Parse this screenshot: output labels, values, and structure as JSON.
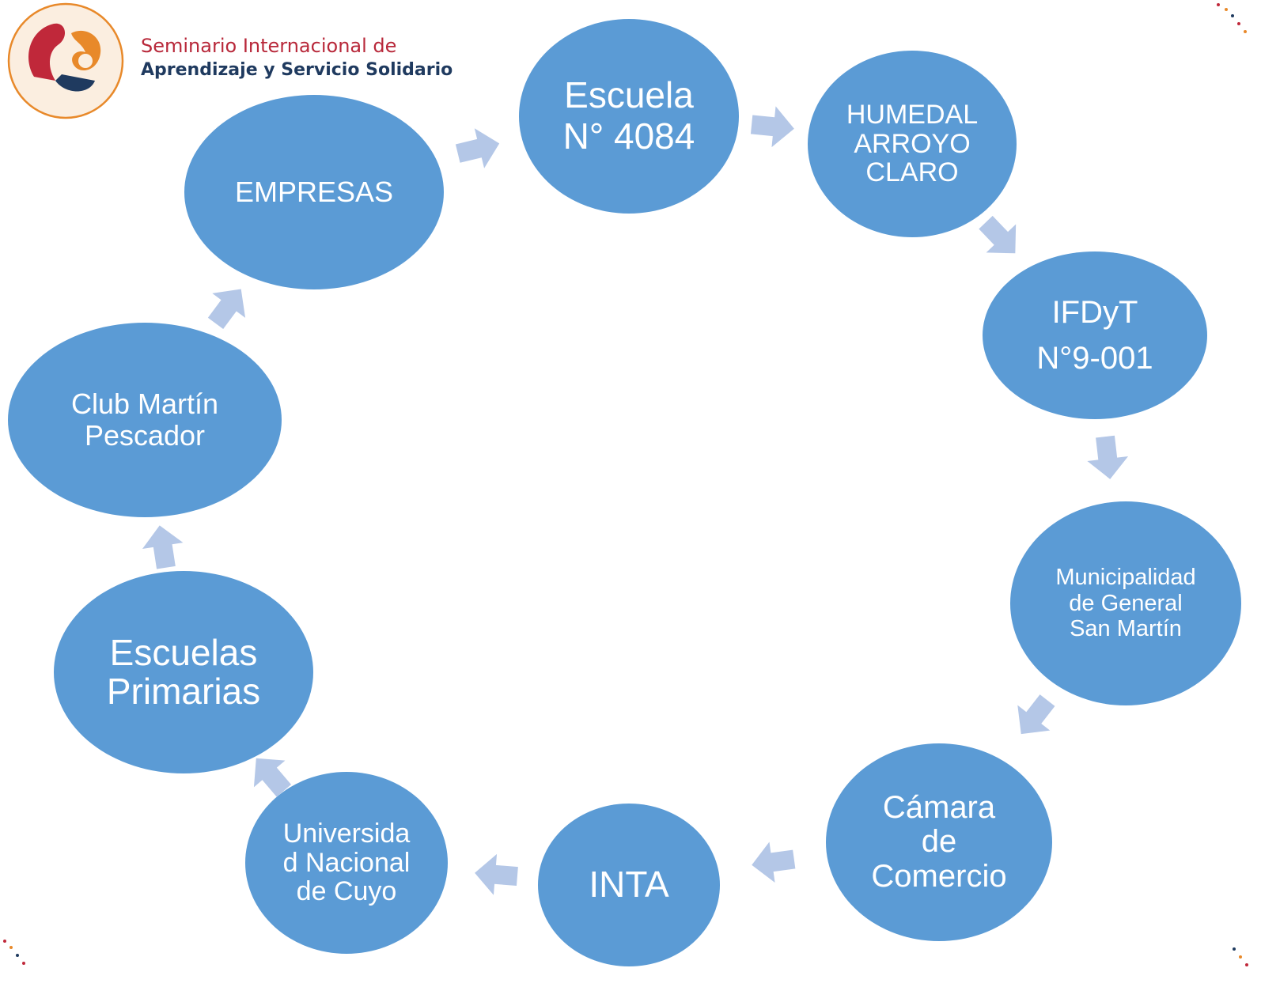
{
  "header": {
    "line1": "Seminario Internacional de",
    "line2": "Aprendizaje y Servicio Solidario"
  },
  "colors": {
    "node_fill": "#5b9bd5",
    "arrow_fill": "#b4c7e7",
    "text": "#ffffff",
    "logo_red": "#b8283a",
    "logo_navy": "#1f3a5f",
    "logo_orange": "#e8892a"
  },
  "nodes": [
    {
      "id": "escuela-4084",
      "lines": [
        "Escuela",
        "N° 4084"
      ]
    },
    {
      "id": "humedal",
      "lines": [
        "HUMEDAL",
        "ARROYO",
        "CLARO"
      ]
    },
    {
      "id": "ifdyt",
      "lines": [
        "IFDyT",
        "N°9-001"
      ]
    },
    {
      "id": "municipalidad",
      "lines": [
        "Municipalidad",
        "de General",
        "San Martín"
      ]
    },
    {
      "id": "camara",
      "lines": [
        "Cámara",
        "de",
        "Comercio"
      ]
    },
    {
      "id": "inta",
      "lines": [
        "INTA"
      ]
    },
    {
      "id": "universidad",
      "lines": [
        "Universida",
        "d Nacional",
        "de Cuyo"
      ]
    },
    {
      "id": "escuelas-primarias",
      "lines": [
        "Escuelas",
        "Primarias"
      ]
    },
    {
      "id": "club",
      "lines": [
        "Club Martín",
        "Pescador"
      ]
    },
    {
      "id": "empresas",
      "lines": [
        "EMPRESAS"
      ]
    }
  ],
  "arrows": [
    {
      "from": "escuela-4084",
      "to": "humedal"
    },
    {
      "from": "humedal",
      "to": "ifdyt"
    },
    {
      "from": "ifdyt",
      "to": "municipalidad"
    },
    {
      "from": "municipalidad",
      "to": "camara"
    },
    {
      "from": "camara",
      "to": "inta"
    },
    {
      "from": "inta",
      "to": "universidad"
    },
    {
      "from": "universidad",
      "to": "escuelas-primarias"
    },
    {
      "from": "escuelas-primarias",
      "to": "club"
    },
    {
      "from": "club",
      "to": "empresas"
    },
    {
      "from": "empresas",
      "to": "escuela-4084"
    }
  ]
}
